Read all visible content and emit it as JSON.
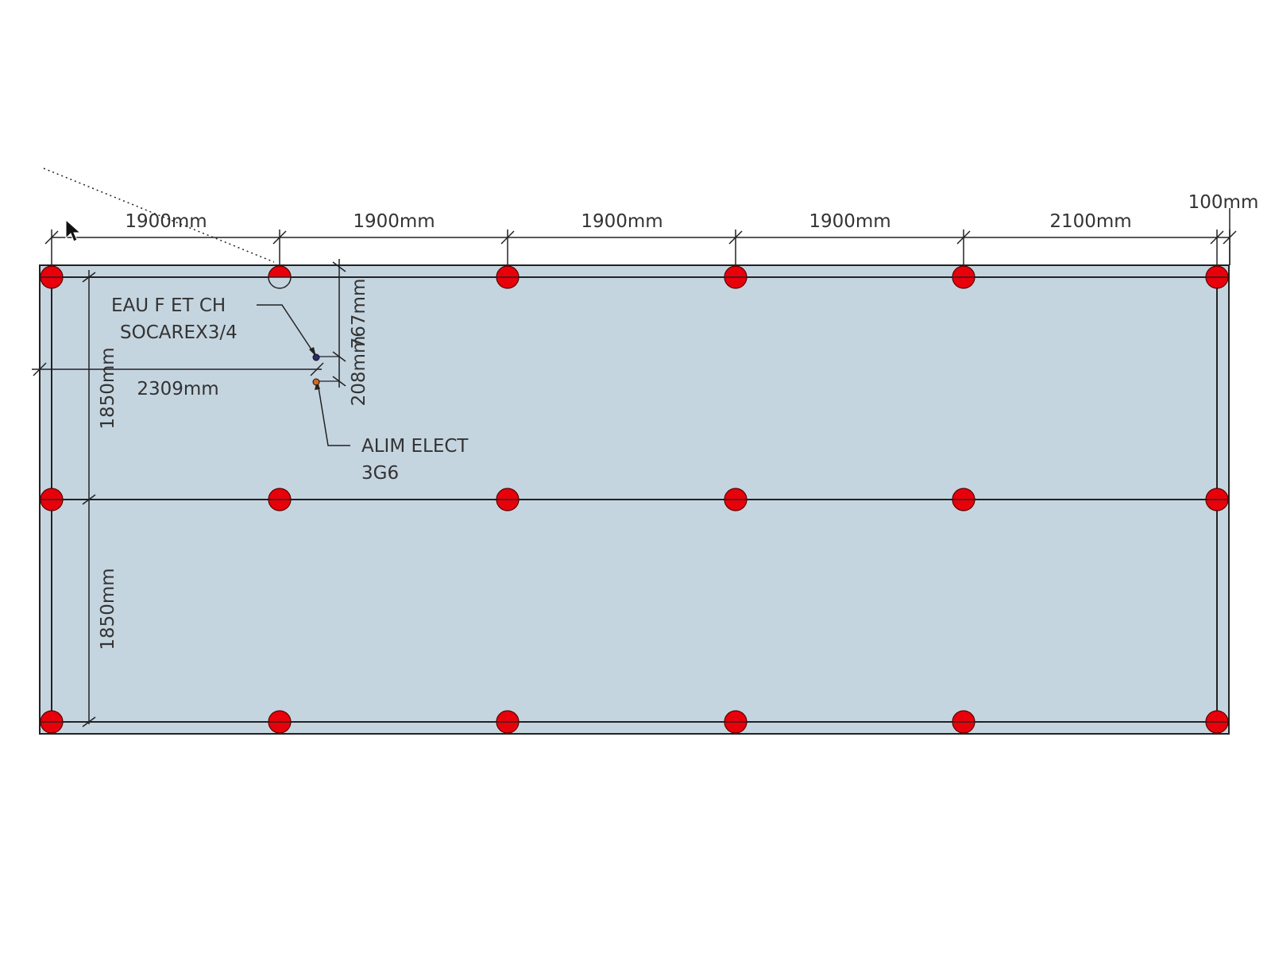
{
  "drawing": {
    "colors": {
      "slab_fill": "#c5d5e0",
      "slab_stroke": "#222222",
      "post_fill": "#e8000b",
      "post_stroke": "#5a0000",
      "line": "#222222",
      "text": "#333333",
      "water_point": "#2a2a6a",
      "elec_point": "#d2691e"
    },
    "top_dimensions": [
      "1900mm",
      "1900mm",
      "1900mm",
      "1900mm",
      "2100mm",
      "100mm"
    ],
    "vertical_dimensions": [
      "1850mm",
      "1850mm"
    ],
    "offset_dimensions": {
      "horizontal": "2309mm",
      "vertical_a": "767mm",
      "vertical_b": "208mm"
    },
    "callouts": {
      "water": {
        "line1": "EAU F ET CH",
        "line2": "SOCAREX3/4"
      },
      "electric": {
        "line1": "ALIM ELECT",
        "line2": "3G6"
      }
    },
    "posts": {
      "columns": 6,
      "rows": 3,
      "hidden": [
        [
          0,
          1
        ]
      ]
    },
    "icons": {
      "cursor": "mouse-pointer-icon"
    }
  }
}
